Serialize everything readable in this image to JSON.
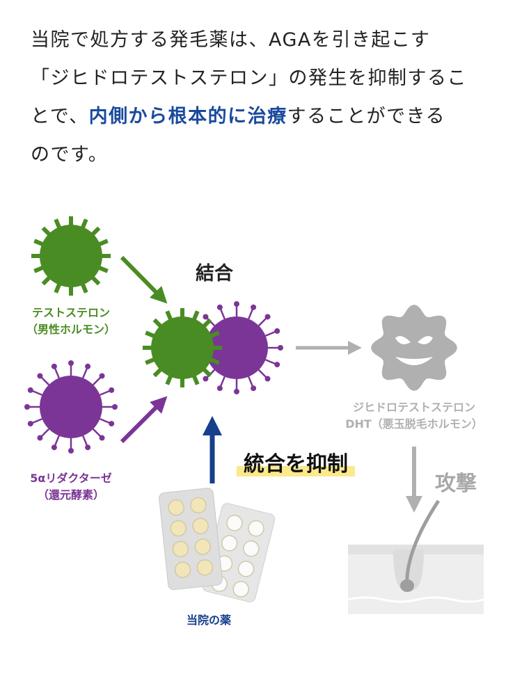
{
  "intro": {
    "line1": "当院で処方する発毛薬は、AGAを引き起こす",
    "line2": "「ジヒドロテストステロン」の発生を抑制するこ",
    "line3_pre": "とで、",
    "line3_highlight": "内側から根本的に治療",
    "line3_post": "することができる",
    "line4": "のです。"
  },
  "diagram": {
    "testosterone_label_1": "テストステロン",
    "testosterone_label_2": "（男性ホルモン）",
    "reductase_label_1": "5αリダクターゼ",
    "reductase_label_2": "（還元酵素）",
    "bind_label": "結合",
    "dht_label_1": "ジヒドロテストステロン",
    "dht_label_2": "DHT（悪玉脱毛ホルモン）",
    "inhibit_label": "統合を抑制",
    "attack_label": "攻撃",
    "medicine_label": "当院の薬"
  },
  "colors": {
    "green": "#4a8c24",
    "purple": "#7b3596",
    "gray": "#b0b0b0",
    "blue": "#163f8c",
    "highlight": "#fbe98a"
  }
}
